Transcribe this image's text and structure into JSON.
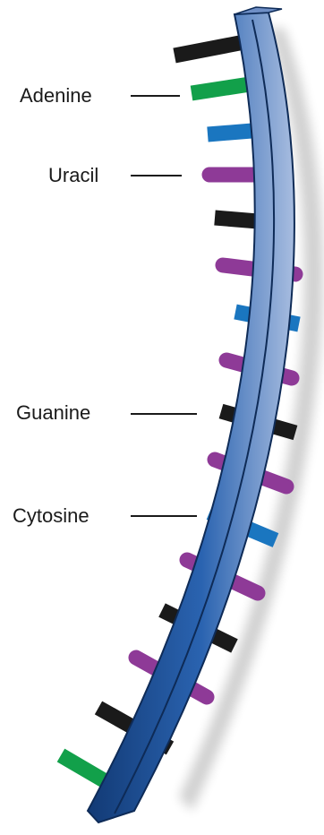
{
  "labels": {
    "adenine": "Adenine",
    "uracil": "Uracil",
    "guanine": "Guanine",
    "cytosine": "Cytosine"
  },
  "colors": {
    "backbone": "#1f5aa6",
    "backbone_dark": "#123a75",
    "backbone_light": "#9fb6da",
    "adenine": "#12a04a",
    "uracil": "#8e3a97",
    "guanine": "#1a1a1a",
    "cytosine": "#1a76c0"
  },
  "bases_top_to_bottom": [
    "guanine",
    "adenine",
    "cytosine",
    "uracil",
    "guanine",
    "uracil",
    "cytosine",
    "uracil",
    "guanine",
    "uracil",
    "cytosine",
    "uracil",
    "guanine",
    "uracil",
    "guanine",
    "adenine"
  ]
}
